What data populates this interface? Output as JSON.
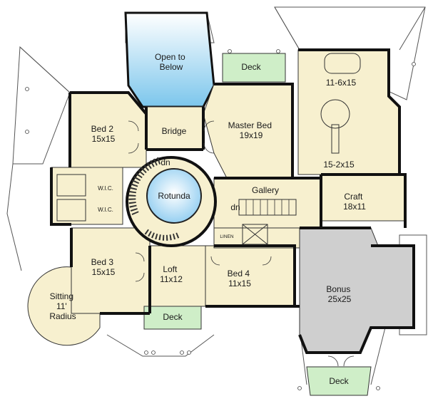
{
  "rooms": {
    "open_to_below": "Open to\nBelow",
    "deck_top": "Deck",
    "master_bath": "11-6x15",
    "bed2": "Bed 2\n15x15",
    "bridge": "Bridge",
    "master_bed": "Master Bed\n19x19",
    "closet": "15-2x15",
    "dn_rotunda": "dn",
    "rotunda": "Rotunda",
    "gallery": "Gallery",
    "craft": "Craft\n18x11",
    "dn_gallery": "dn",
    "wic1": "W.I.C.",
    "wic2": "W.I.C.",
    "linen": "LINEN",
    "bed3": "Bed 3\n15x15",
    "loft": "Loft\n11x12",
    "bed4": "Bed 4\n11x15",
    "bonus": "Bonus\n25x25",
    "sitting": "Sitting\n11'\nRadius",
    "deck_bottom": "Deck",
    "deck_right": "Deck"
  },
  "colors": {
    "room_fill": "#f7f0cf",
    "deck_fill": "#cfeec8",
    "bonus_fill": "#cfcfcf",
    "open_to_below_top": "#ffffff",
    "open_to_below_bottom": "#7cc6ec",
    "rotunda_fill": "#8ccbf0",
    "wall": "#111111"
  }
}
